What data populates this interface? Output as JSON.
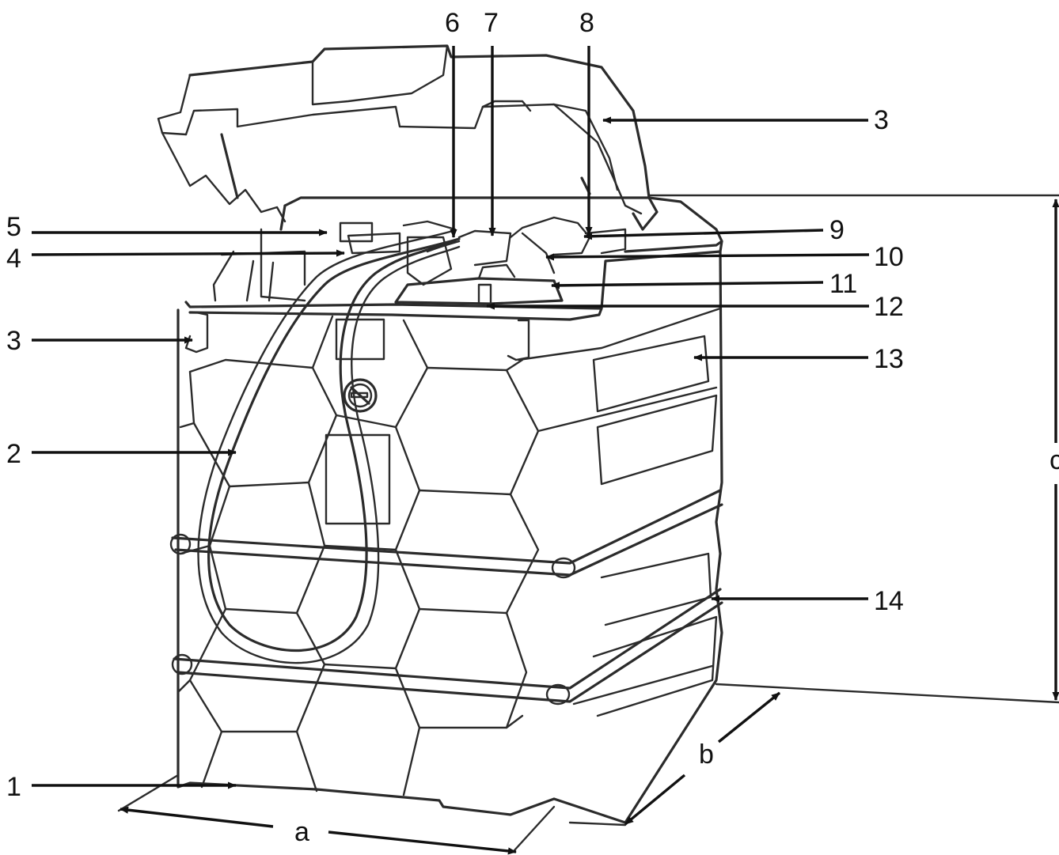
{
  "callouts": [
    {
      "id": "1",
      "text": "1"
    },
    {
      "id": "2",
      "text": "2"
    },
    {
      "id": "3-left",
      "text": "3"
    },
    {
      "id": "3-right",
      "text": "3"
    },
    {
      "id": "4",
      "text": "4"
    },
    {
      "id": "5",
      "text": "5"
    },
    {
      "id": "6",
      "text": "6"
    },
    {
      "id": "7",
      "text": "7"
    },
    {
      "id": "8",
      "text": "8"
    },
    {
      "id": "9",
      "text": "9"
    },
    {
      "id": "10",
      "text": "10"
    },
    {
      "id": "11",
      "text": "11"
    },
    {
      "id": "12",
      "text": "12"
    },
    {
      "id": "13",
      "text": "13"
    },
    {
      "id": "14",
      "text": "14"
    }
  ],
  "dimensions": {
    "a": "a",
    "b": "b",
    "c": "c"
  },
  "colors": {
    "line": "#2b2b2b",
    "arrow": "#111111",
    "background": "#ffffff"
  },
  "icons": {
    "no-smoking": "no-smoking-icon"
  }
}
